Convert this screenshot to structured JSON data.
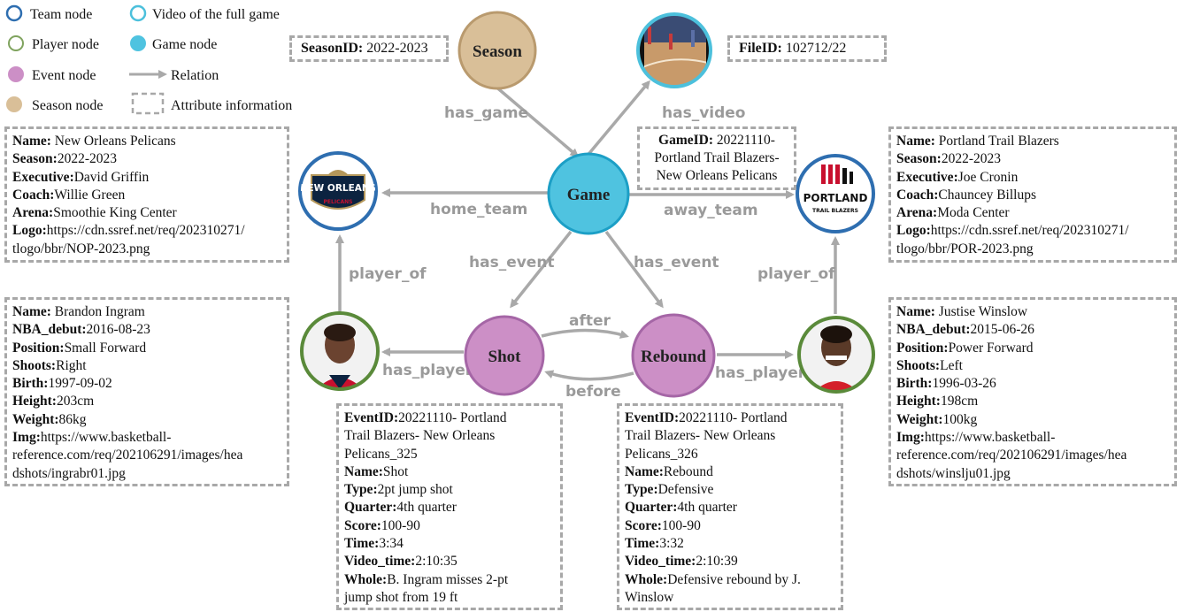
{
  "legend": {
    "team_node": "Team node",
    "video_node": "Video of the full game",
    "player_node": "Player node",
    "game_node": "Game node",
    "event_node": "Event node",
    "relation": "Relation",
    "season_node": "Season node",
    "attribute": "Attribute information"
  },
  "nodes": {
    "season": "Season",
    "game": "Game",
    "shot": "Shot",
    "rebound": "Rebound",
    "home_logo_text": "NEW ORLEANS",
    "home_logo_sub": "PELICANS",
    "away_logo_text": "PORTLAND",
    "away_logo_sub": "TRAIL BLAZERS"
  },
  "edges": {
    "has_game": "has_game",
    "has_video": "has_video",
    "home_team": "home_team",
    "away_team": "away_team",
    "has_event_left": "has_event",
    "has_event_right": "has_event",
    "player_of_left": "player_of",
    "player_of_right": "player_of",
    "has_player_left": "has_player",
    "has_player_right": "has_player",
    "after": "after",
    "before": "before"
  },
  "season_attr": {
    "key": "SeasonID:",
    "value": " 2022-2023"
  },
  "file_attr": {
    "key": "FileID:",
    "value": " 102712/22"
  },
  "game_attr": {
    "key": "GameID:",
    "line1": " 20221110-",
    "line2": "Portland Trail Blazers-",
    "line3": "New Orleans Pelicans"
  },
  "home_team": [
    {
      "k": "Name:",
      "v": " New Orleans Pelicans"
    },
    {
      "k": "Season:",
      "v": "2022-2023"
    },
    {
      "k": "Executive:",
      "v": "David Griffin"
    },
    {
      "k": "Coach:",
      "v": "Willie Green"
    },
    {
      "k": "Arena:",
      "v": "Smoothie King Center"
    },
    {
      "k": "Logo:",
      "v": "https://cdn.ssref.net/req/202310271/"
    },
    {
      "k": "",
      "v": "tlogo/bbr/NOP-2023.png"
    }
  ],
  "away_team": [
    {
      "k": "Name:",
      "v": " Portland Trail Blazers"
    },
    {
      "k": "Season:",
      "v": "2022-2023"
    },
    {
      "k": "Executive:",
      "v": "Joe Cronin"
    },
    {
      "k": "Coach:",
      "v": "Chauncey Billups"
    },
    {
      "k": "Arena:",
      "v": "Moda Center"
    },
    {
      "k": "Logo:",
      "v": "https://cdn.ssref.net/req/202310271/"
    },
    {
      "k": "",
      "v": "tlogo/bbr/POR-2023.png"
    }
  ],
  "home_player": [
    {
      "k": "Name:",
      "v": " Brandon Ingram"
    },
    {
      "k": "NBA_debut:",
      "v": "2016-08-23"
    },
    {
      "k": "Position:",
      "v": "Small Forward"
    },
    {
      "k": "Shoots:",
      "v": "Right"
    },
    {
      "k": "Birth:",
      "v": "1997-09-02"
    },
    {
      "k": "Height:",
      "v": "203cm"
    },
    {
      "k": "Weight:",
      "v": "86kg"
    },
    {
      "k": "Img:",
      "v": "https://www.basketball-"
    },
    {
      "k": "",
      "v": "reference.com/req/202106291/images/hea"
    },
    {
      "k": "",
      "v": "dshots/ingrabr01.jpg"
    }
  ],
  "away_player": [
    {
      "k": "Name:",
      "v": " Justise Winslow"
    },
    {
      "k": "NBA_debut:",
      "v": "2015-06-26"
    },
    {
      "k": "Position:",
      "v": "Power Forward"
    },
    {
      "k": "Shoots:",
      "v": "Left"
    },
    {
      "k": "Birth:",
      "v": "1996-03-26"
    },
    {
      "k": "Height:",
      "v": "198cm"
    },
    {
      "k": "Weight:",
      "v": "100kg"
    },
    {
      "k": "Img:",
      "v": "https://www.basketball-"
    },
    {
      "k": "",
      "v": "reference.com/req/202106291/images/hea"
    },
    {
      "k": "",
      "v": "dshots/winslju01.jpg"
    }
  ],
  "shot_event": [
    {
      "k": "EventID:",
      "v": "20221110- Portland"
    },
    {
      "k": "",
      "v": "Trail Blazers- New Orleans"
    },
    {
      "k": "",
      "v": "Pelicans_325"
    },
    {
      "k": "Name:",
      "v": "Shot"
    },
    {
      "k": "Type:",
      "v": "2pt jump shot"
    },
    {
      "k": "Quarter:",
      "v": "4th quarter"
    },
    {
      "k": "Score:",
      "v": "100-90"
    },
    {
      "k": "Time:",
      "v": "3:34"
    },
    {
      "k": "Video_time:",
      "v": "2:10:35"
    },
    {
      "k": "Whole:",
      "v": "B. Ingram misses 2-pt"
    },
    {
      "k": "",
      "v": "jump shot from 19 ft"
    }
  ],
  "rebound_event": [
    {
      "k": "EventID:",
      "v": "20221110- Portland"
    },
    {
      "k": "",
      "v": "Trail Blazers- New Orleans"
    },
    {
      "k": "",
      "v": "Pelicans_326"
    },
    {
      "k": "Name:",
      "v": "Rebound"
    },
    {
      "k": "Type:",
      "v": "Defensive"
    },
    {
      "k": "Quarter:",
      "v": "4th quarter"
    },
    {
      "k": "Score:",
      "v": "100-90"
    },
    {
      "k": "Time:",
      "v": "3:32"
    },
    {
      "k": "Video_time:",
      "v": "2:10:39"
    },
    {
      "k": "Whole:",
      "v": "Defensive rebound by J."
    },
    {
      "k": "",
      "v": "Winslow"
    }
  ],
  "colors": {
    "team_stroke": "#2e6eb0",
    "video_stroke": "#4cc0dc",
    "player_stroke": "#5a8a3a",
    "game_fill": "#4fc3e0",
    "game_stroke": "#1c9fc6",
    "event_fill": "#cc8fc6",
    "event_stroke": "#a566a6",
    "season_fill": "#d9bf98",
    "season_stroke": "#b99a6e",
    "edge": "#a9a9a9",
    "dash": "#a8a8a8"
  }
}
